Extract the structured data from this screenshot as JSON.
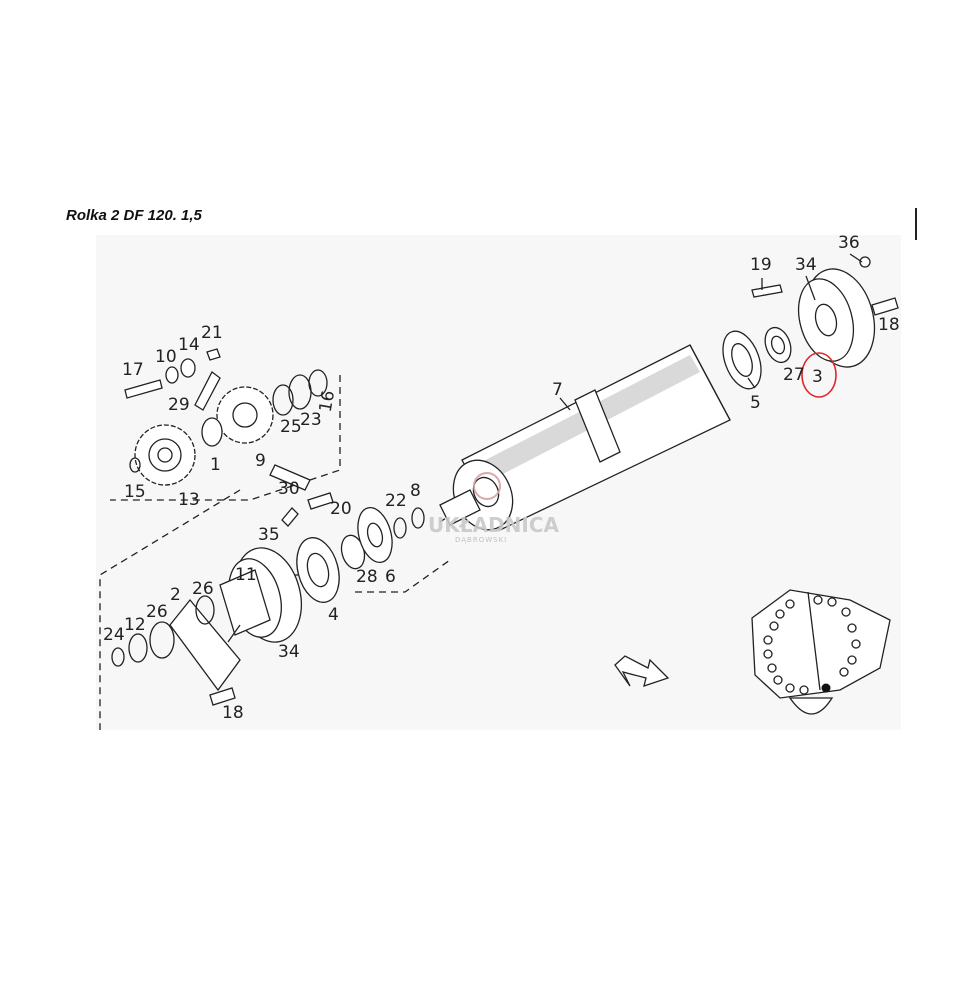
{
  "title": "Rolka 2 DF 120. 1,5",
  "watermark": {
    "brand": "UKŁADNICA",
    "sub": "DĄBROWSKI"
  },
  "highlight": {
    "part": "3",
    "color": "#e0262a"
  },
  "callouts": [
    "1",
    "2",
    "3",
    "4",
    "5",
    "6",
    "7",
    "8",
    "9",
    "10",
    "11",
    "12",
    "13",
    "14",
    "15",
    "16",
    "17",
    "18",
    "18",
    "19",
    "20",
    "21",
    "22",
    "23",
    "24",
    "25",
    "26",
    "26",
    "27",
    "28",
    "29",
    "30",
    "34",
    "34",
    "35",
    "36"
  ],
  "icons": [
    "direction-arrow-icon",
    "assembly-view-icon"
  ]
}
